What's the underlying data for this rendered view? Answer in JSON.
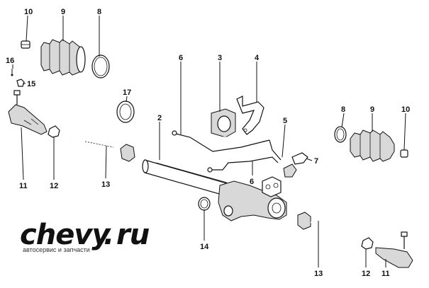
{
  "callouts": {
    "p10_top": "10",
    "p9_top": "9",
    "p8_top": "8",
    "p16": "16",
    "p15": "15",
    "p17": "17",
    "p11_left": "11",
    "p12_left": "12",
    "p13_left": "13",
    "p2": "2",
    "p6_top": "6",
    "p3": "3",
    "p4": "4",
    "p5": "5",
    "p6_bottom": "6",
    "p7": "7",
    "p8_right": "8",
    "p9_right": "9",
    "p10_right": "10",
    "p14": "14",
    "p13_right": "13",
    "p12_right": "12",
    "p11_right": "11"
  },
  "logo": {
    "word": "chevy",
    "dot": ".",
    "tld": "ru",
    "tagline": "автосервис и запчасти",
    "accent_color": "#f2a900"
  }
}
